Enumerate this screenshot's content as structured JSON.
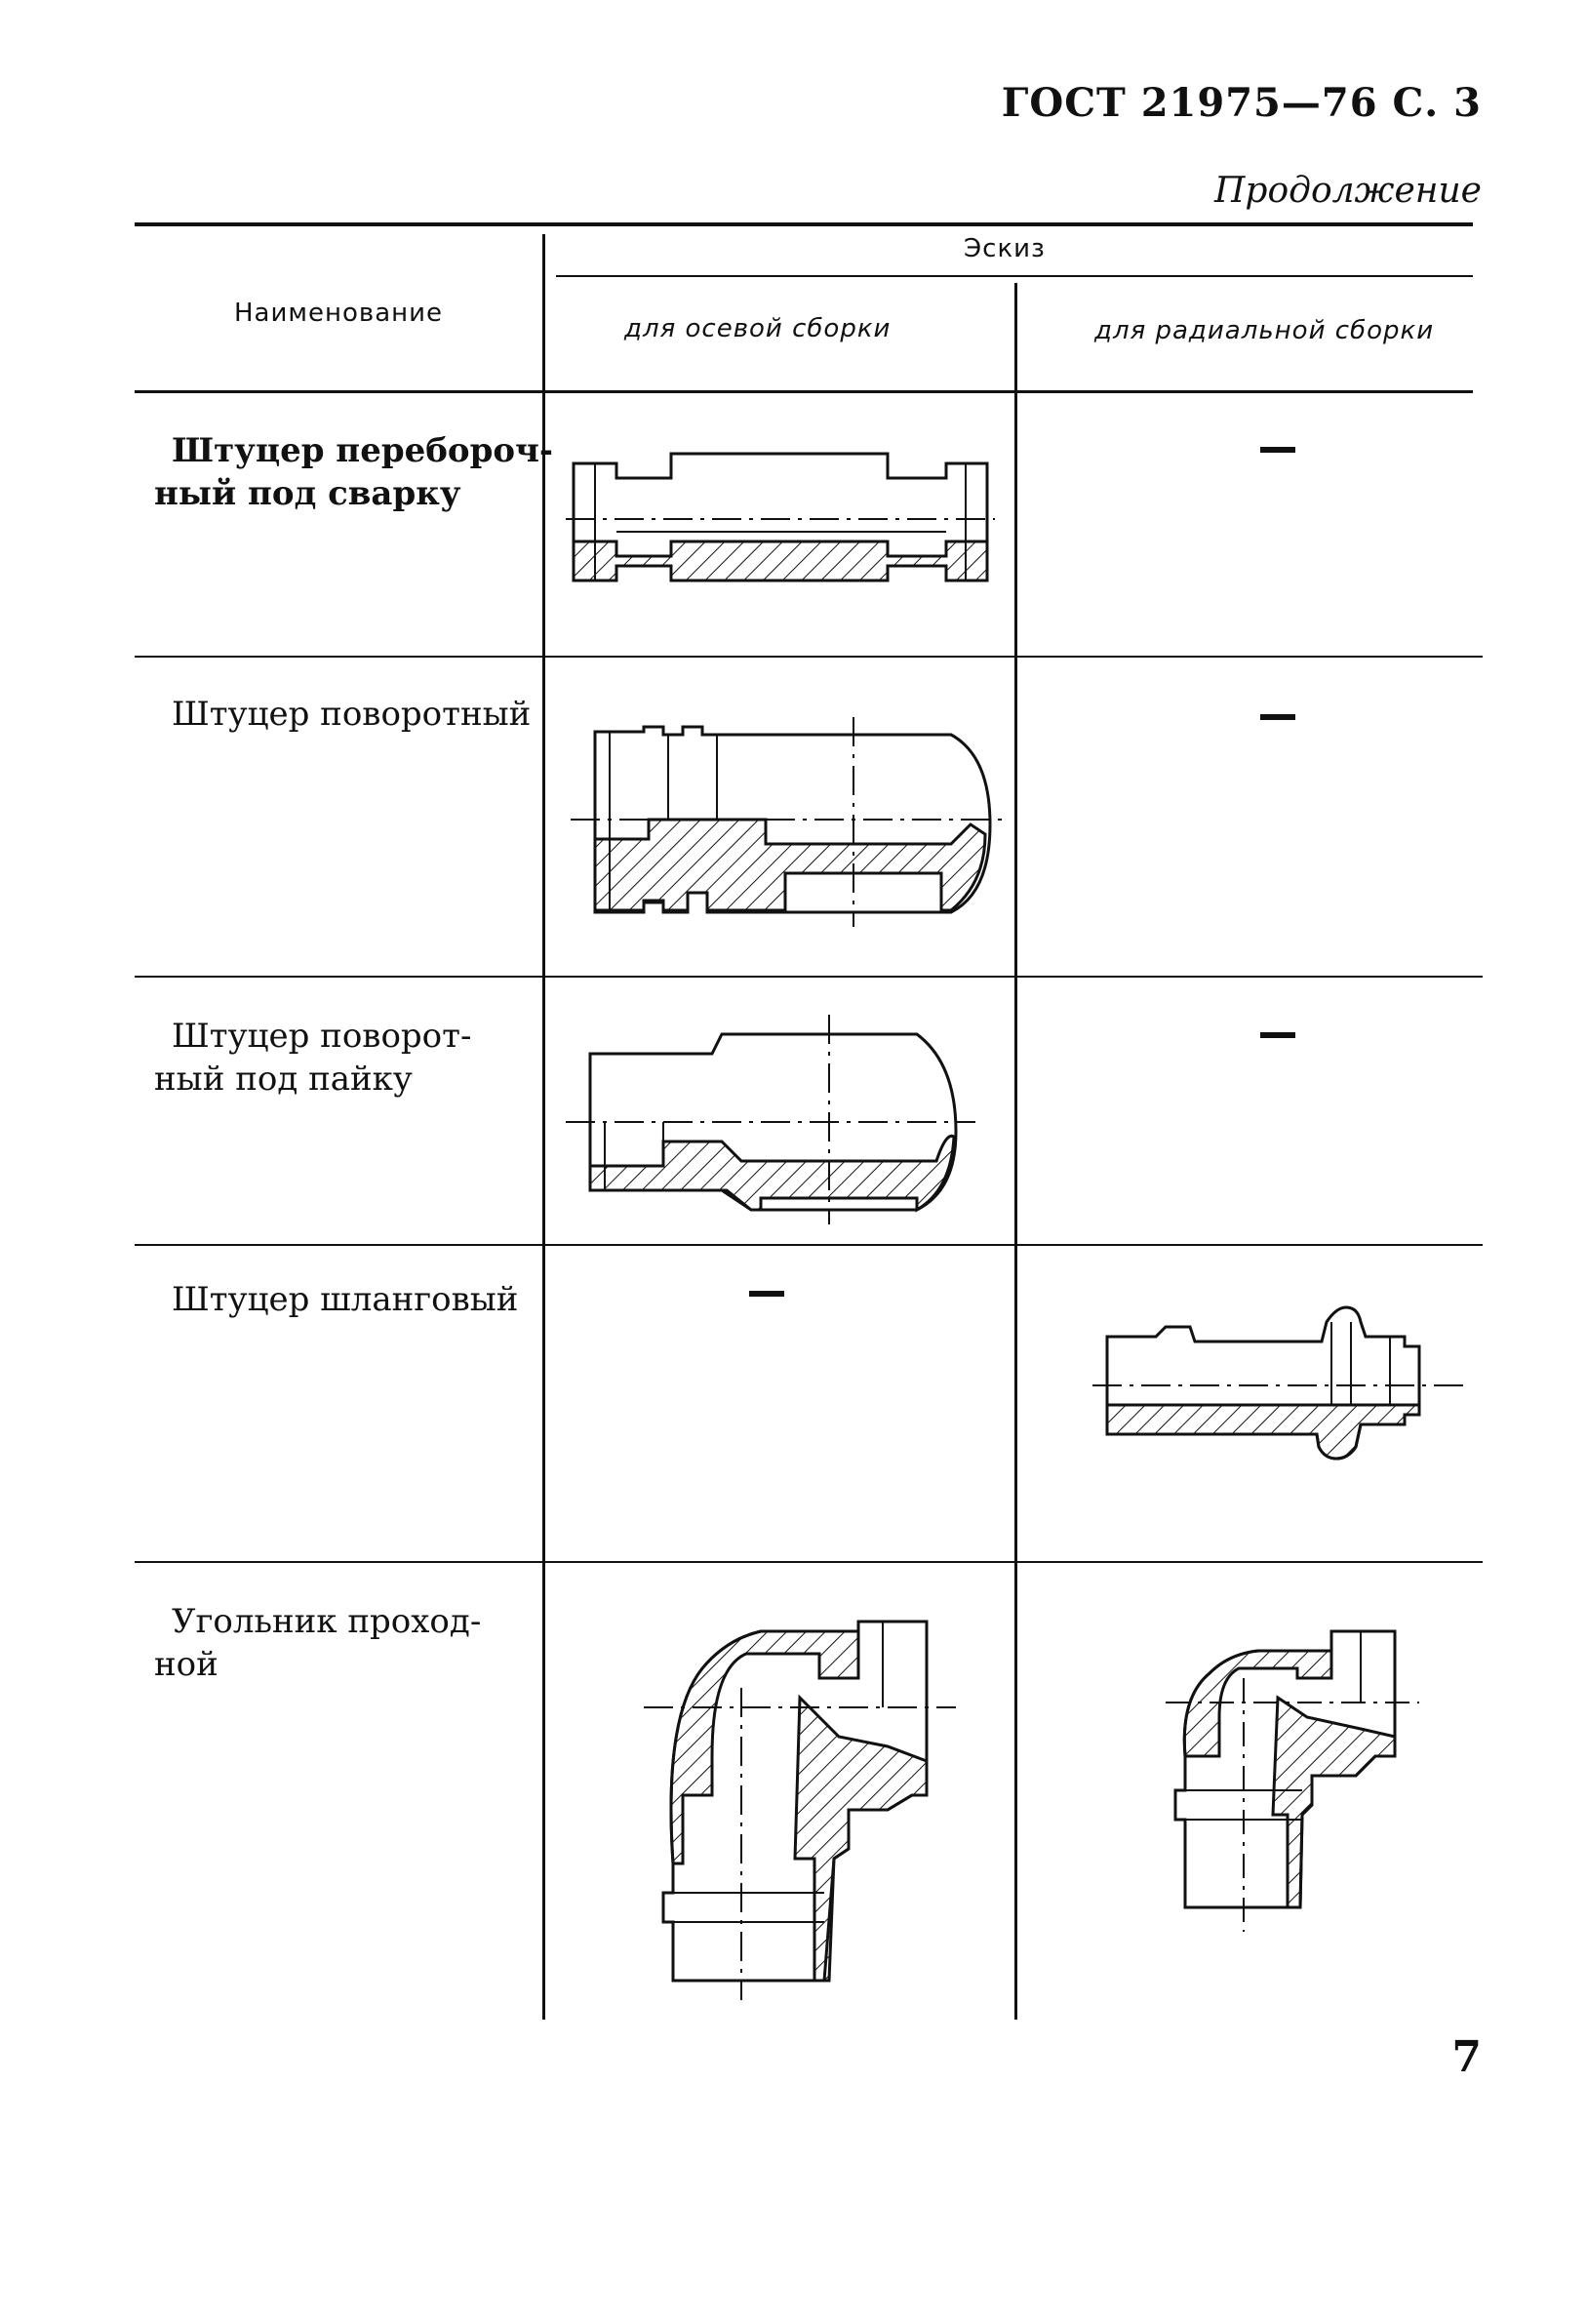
{
  "header": {
    "title": "ГОСТ 21975—76 С. 3",
    "continuation": "Продолжение"
  },
  "table": {
    "col_name": "Наименование",
    "col_sketch": "Эскиз",
    "col_axial": "для осевой сборки",
    "col_radial": "для радиальной сборки",
    "rows": [
      {
        "name_line1": "Штуцер переборoч-",
        "name_line2": "ный под сварку",
        "axial": "drawing",
        "radial": "—"
      },
      {
        "name_line1": "Штуцер поворотный",
        "name_line2": "",
        "axial": "drawing",
        "radial": "—"
      },
      {
        "name_line1": "Штуцер поворот-",
        "name_line2": "ный под пайку",
        "axial": "drawing",
        "radial": "—"
      },
      {
        "name_line1": "Штуцер шланговый",
        "name_line2": "",
        "axial": "—",
        "radial": "drawing"
      },
      {
        "name_line1": "Угольник проход-",
        "name_line2": "ной",
        "axial": "drawing",
        "radial": "drawing"
      }
    ]
  },
  "page_number": "7"
}
